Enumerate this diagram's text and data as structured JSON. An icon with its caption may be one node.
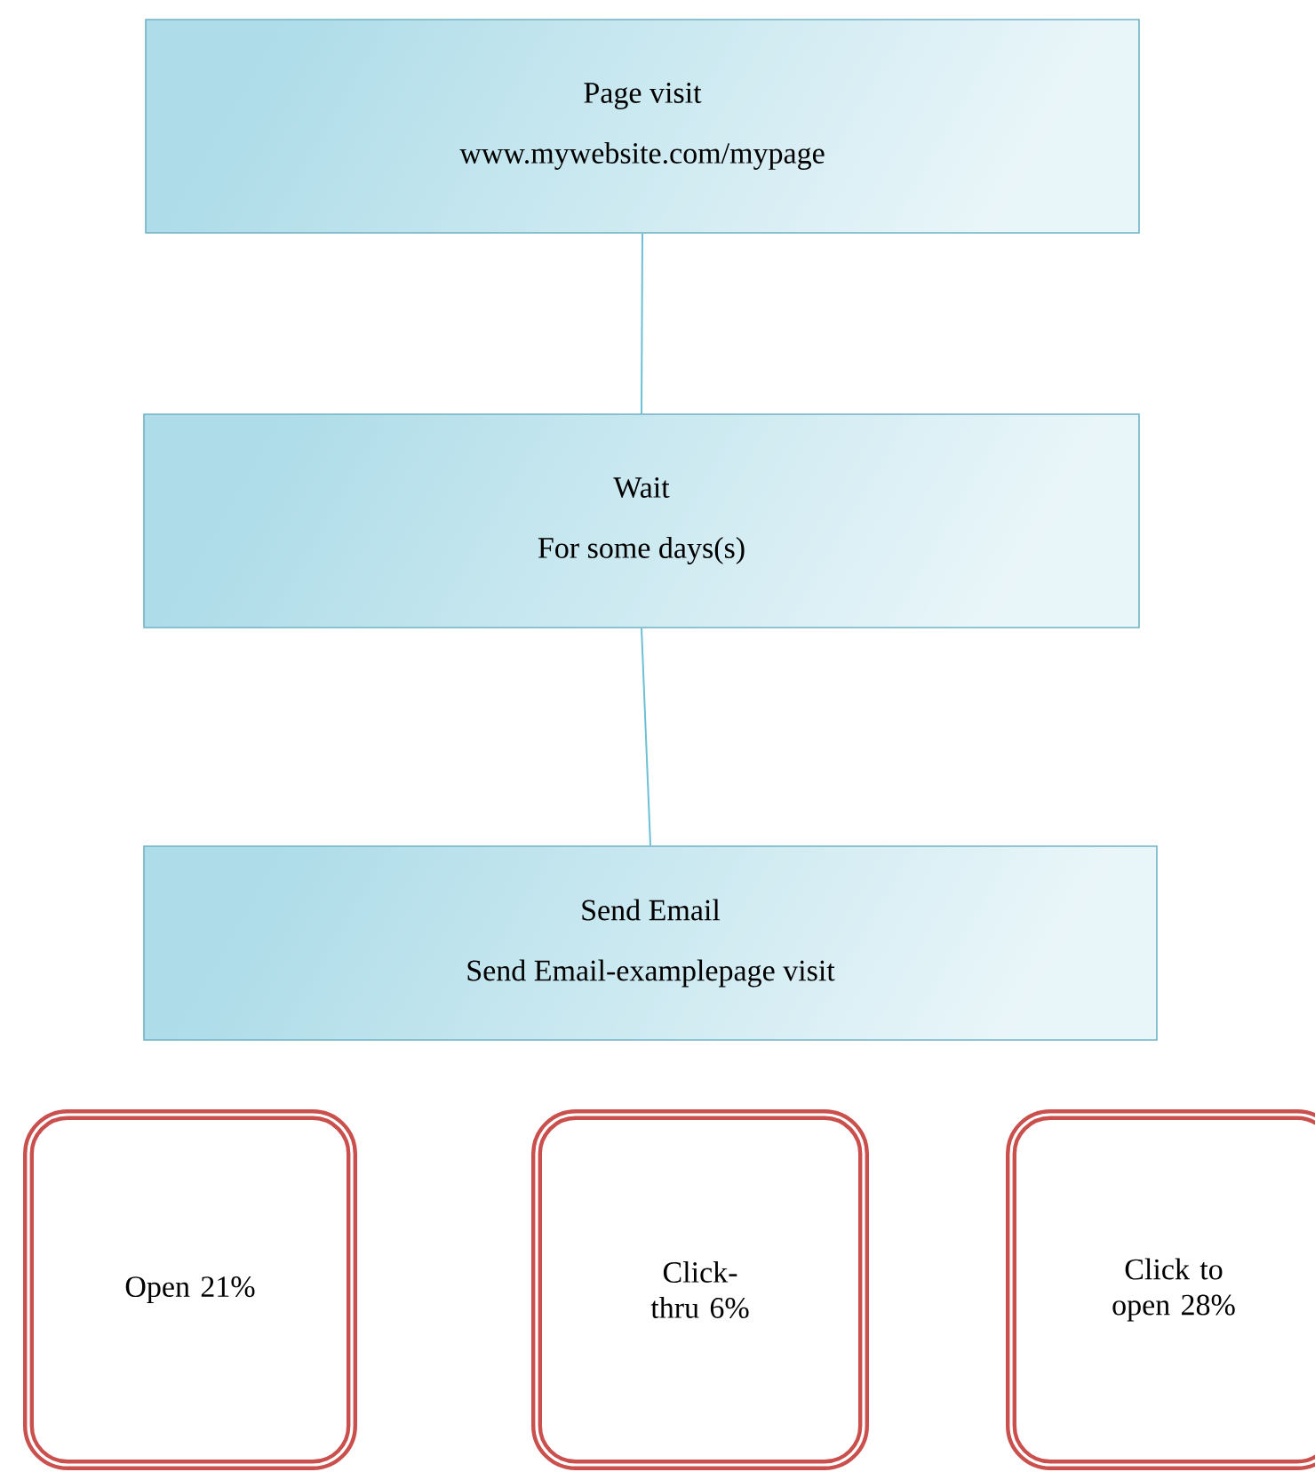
{
  "diagram": {
    "nodes": [
      {
        "text": [
          "Page visit",
          "www.mywebsite.com/mypage"
        ]
      },
      {
        "text": [
          "Wait",
          "For some days(s)"
        ]
      },
      {
        "text": [
          "Send Email",
          "Send Email-examplepage visit"
        ]
      },
      {
        "text": [
          "Open 21%"
        ]
      },
      {
        "text": [
          "Click-thru 6%"
        ]
      },
      {
        "text": [
          "Click to open 28%"
        ]
      }
    ],
    "edges": [
      {
        "from": 0,
        "to": 1,
        "arrow": "none"
      },
      {
        "from": 1,
        "to": 2,
        "arrow": "none"
      }
    ]
  }
}
